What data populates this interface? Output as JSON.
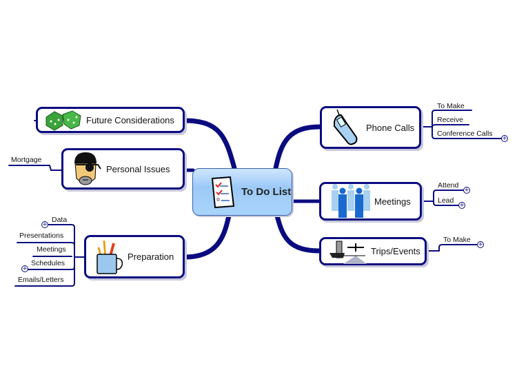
{
  "central": {
    "label": "To Do List",
    "icon": "checklist-icon"
  },
  "branches": {
    "future": {
      "label": "Future Considerations",
      "icon": "dice-icon"
    },
    "personal": {
      "label": "Personal Issues",
      "icon": "pirate-icon",
      "children": [
        "Mortgage"
      ]
    },
    "preparation": {
      "label": "Preparation",
      "icon": "pencil-cup-icon",
      "children": [
        "Data",
        "Presentations",
        "Meetings",
        "Schedules",
        "Emails/Letters"
      ]
    },
    "phone": {
      "label": "Phone Calls",
      "icon": "cell-phone-icon",
      "children": [
        "To Make",
        "Receive",
        "Conference Calls"
      ]
    },
    "meetings": {
      "label": "Meetings",
      "icon": "people-icon",
      "children": [
        "Attend",
        "Lead"
      ]
    },
    "trips": {
      "label": "Trips/Events",
      "icon": "airplane-icon",
      "children": [
        "To Make"
      ]
    }
  },
  "colors": {
    "line": "#0b0b80",
    "central_fill": "#a9d3fb"
  }
}
